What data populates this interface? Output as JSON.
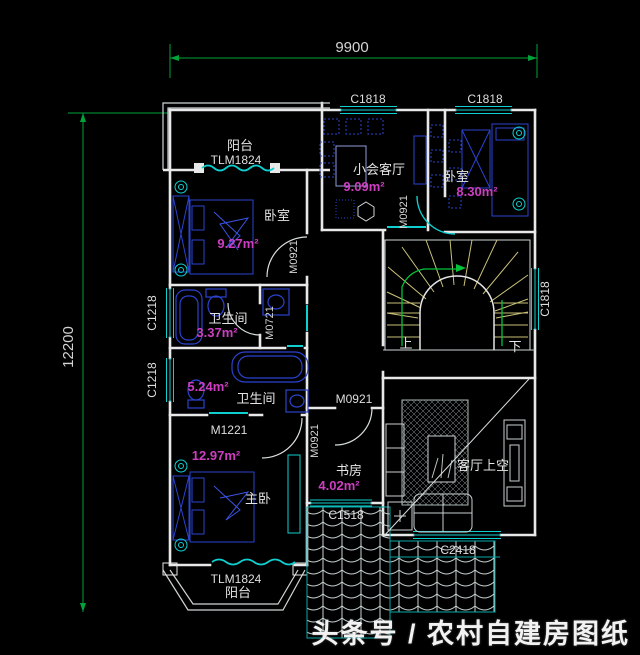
{
  "colors": {
    "background": "#000000",
    "wall": "#e8e8e8",
    "window_cyan": "#0fd0d0",
    "furniture_blue": "#2b43cf",
    "area_magenta": "#cc3fc0",
    "dimension_green": "#00a33a",
    "stair_tread_yellow": "#c9c178",
    "text_white": "#dedede"
  },
  "dimensions": {
    "width": "9900",
    "height": "12200"
  },
  "windows": {
    "c1818_top_left": "C1818",
    "c1818_top_right": "C1818",
    "c1818_right": "C1818",
    "c1218_upper": "C1218",
    "c1218_lower": "C1218",
    "c1518": "C1518",
    "c2418": "C2418"
  },
  "rooms": {
    "balcony_top": {
      "name": "阳台",
      "door": "TLM1824"
    },
    "bedroom_left": {
      "name": "卧室",
      "area": "9.27m²",
      "door": "M0921"
    },
    "parlor": {
      "name": "小会客厅",
      "area": "9.09m²",
      "door": "M0921"
    },
    "bedroom_right": {
      "name": "卧室",
      "area": "8.30m²"
    },
    "bath_upper": {
      "name": "卫生间",
      "area": "3.37m²",
      "door": "M0721"
    },
    "bath_lower": {
      "name": "卫生间",
      "area": "5.24m²"
    },
    "master_bedroom": {
      "name": "主卧",
      "area": "12.97m²",
      "door": "M1221"
    },
    "study": {
      "name": "书房",
      "area": "4.02m²",
      "door": "M0921"
    },
    "living_void": {
      "name": "客厅上空",
      "door": "M0921"
    },
    "balcony_bottom": {
      "name": "阳台",
      "door": "TLM1824"
    }
  },
  "stairs": {
    "up": "上",
    "down": "下"
  },
  "watermark": {
    "text": "头条号 / 农村自建房图纸"
  }
}
